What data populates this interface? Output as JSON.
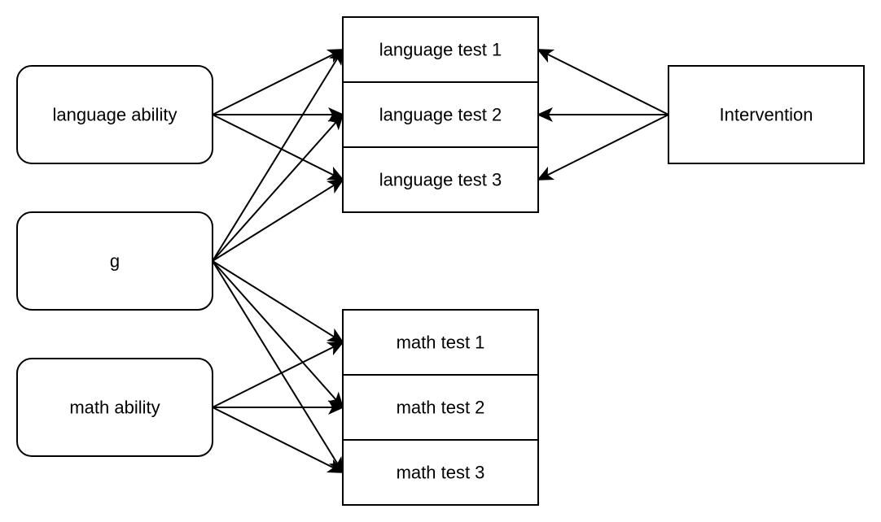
{
  "colors": {
    "stroke": "#000000",
    "fill": "#ffffff",
    "text": "#000000"
  },
  "nodes": {
    "language_ability": "language ability",
    "g": "g",
    "math_ability": "math ability",
    "language_test_1": "language test 1",
    "language_test_2": "language test 2",
    "language_test_3": "language test 3",
    "math_test_1": "math test 1",
    "math_test_2": "math test 2",
    "math_test_3": "math test 3",
    "intervention": "Intervention"
  },
  "edges": [
    {
      "from": "language_ability",
      "to": "language_test_1"
    },
    {
      "from": "language_ability",
      "to": "language_test_2"
    },
    {
      "from": "language_ability",
      "to": "language_test_3"
    },
    {
      "from": "g",
      "to": "language_test_1"
    },
    {
      "from": "g",
      "to": "language_test_2"
    },
    {
      "from": "g",
      "to": "language_test_3"
    },
    {
      "from": "g",
      "to": "math_test_1"
    },
    {
      "from": "g",
      "to": "math_test_2"
    },
    {
      "from": "g",
      "to": "math_test_3"
    },
    {
      "from": "math_ability",
      "to": "math_test_1"
    },
    {
      "from": "math_ability",
      "to": "math_test_2"
    },
    {
      "from": "math_ability",
      "to": "math_test_3"
    },
    {
      "from": "intervention",
      "to": "language_test_1"
    },
    {
      "from": "intervention",
      "to": "language_test_2"
    },
    {
      "from": "intervention",
      "to": "language_test_3"
    }
  ]
}
